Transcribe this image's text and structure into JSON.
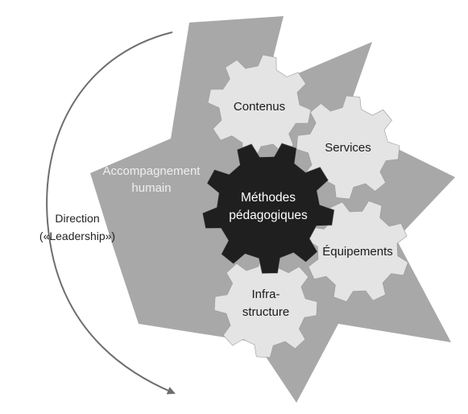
{
  "diagram": {
    "outer_gear": {
      "label_line1": "Accompagnement",
      "label_line2": "humain",
      "color": "#a8a8a8"
    },
    "center_gear": {
      "label_line1": "Méthodes",
      "label_line2": "pédagogiques",
      "color": "#1f1f1f"
    },
    "gears": {
      "contenus": "Contenus",
      "services": "Services",
      "equipements": "Équipements",
      "infra_line1": "Infra-",
      "infra_line2": "structure"
    },
    "small_gear_color": "#e4e4e4",
    "direction": {
      "line1": "Direction",
      "line2": "(«Leadership»)"
    }
  }
}
